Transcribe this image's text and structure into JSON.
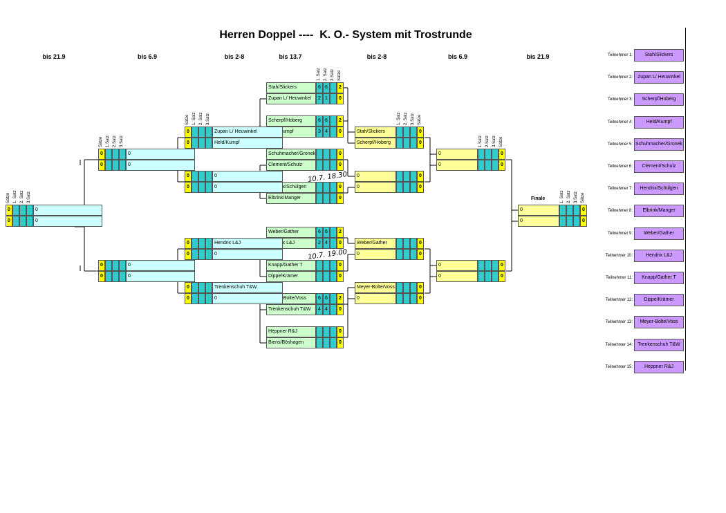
{
  "title": "Herren Doppel ----  K. O.- System mit Trostrunde",
  "round_headers": [
    "bis 21.9",
    "bis 6.9",
    "bis 2-8",
    "bis 13.7",
    "bis 2-8",
    "bis 6.9",
    "bis 21.9"
  ],
  "col_labels": {
    "saetze": "Sätze",
    "s1": "1. Satz",
    "s2": "2. Satz",
    "s3": "3.Satz",
    "s1b": "1.Satz",
    "s2b": "2.Satz",
    "s3b": "3.Satz"
  },
  "finale_label": "Finale",
  "notes": [
    "10.7. 18.30",
    "10.7. 19.00"
  ],
  "round1": [
    {
      "a": "Stah/Slickers",
      "b": "Zupan L/ Heuwinkel",
      "a_sets": [
        "6",
        "6",
        ""
      ],
      "b_sets": [
        "2",
        "1",
        ""
      ],
      "a_won": "2",
      "b_won": "0"
    },
    {
      "a": "Scherpf/Hoberg",
      "b": "Held/Kumpf",
      "a_sets": [
        "6",
        "6",
        ""
      ],
      "b_sets": [
        "3",
        "4",
        ""
      ],
      "a_won": "2",
      "b_won": "0"
    },
    {
      "a": "Schuhmacher/Gronek",
      "b": "Clement/Schulz",
      "a_sets": [
        "",
        "",
        ""
      ],
      "b_sets": [
        "",
        "",
        ""
      ],
      "a_won": "0",
      "b_won": "0"
    },
    {
      "a": "Hendrix/Schülgen",
      "b": "Elbrink/Manger",
      "a_sets": [
        "",
        "",
        ""
      ],
      "b_sets": [
        "",
        "",
        ""
      ],
      "a_won": "0",
      "b_won": "0"
    },
    {
      "a": "Weber/Gather",
      "b": "Hendrix L&J",
      "a_sets": [
        "6",
        "6",
        ""
      ],
      "b_sets": [
        "2",
        "4",
        ""
      ],
      "a_won": "2",
      "b_won": "0"
    },
    {
      "a": "Knapp/Gather T",
      "b": "Dippe/Krämer",
      "a_sets": [
        "",
        "",
        ""
      ],
      "b_sets": [
        "",
        "",
        ""
      ],
      "a_won": "0",
      "b_won": "0"
    },
    {
      "a": "Meyer-Bolte/Voss",
      "b": "Trenkenschuh T&W",
      "a_sets": [
        "6",
        "6",
        ""
      ],
      "b_sets": [
        "4",
        "4",
        ""
      ],
      "a_won": "2",
      "b_won": "0"
    },
    {
      "a": "Heppner R&J",
      "b": "Biens/Böshagen",
      "a_sets": [
        "",
        "",
        ""
      ],
      "b_sets": [
        "",
        "",
        ""
      ],
      "a_won": "0",
      "b_won": "0"
    }
  ],
  "consol_r1": [
    {
      "a": "Zupan L/ Heuwinkel",
      "b": "Held/Kumpf",
      "a_won": "0",
      "b_won": "0"
    },
    {
      "a": "0",
      "b": "0",
      "a_won": "0",
      "b_won": "0"
    },
    {
      "a": "Hendrix L&J",
      "b": "0",
      "a_won": "0",
      "b_won": "0"
    },
    {
      "a": "Trenkenschuh T&W",
      "b": "0",
      "a_won": "0",
      "b_won": "0"
    }
  ],
  "consol_r2": [
    {
      "a": "0",
      "b": "0",
      "a_won": "0",
      "b_won": "0"
    },
    {
      "a": "0",
      "b": "0",
      "a_won": "0",
      "b_won": "0"
    }
  ],
  "consol_final": {
    "a": "0",
    "b": "0",
    "a_won": "0",
    "b_won": "0"
  },
  "main_r2": [
    {
      "a": "Stah/Slickers",
      "b": "Scherpf/Hoberg",
      "a_won": "0",
      "b_won": "0"
    },
    {
      "a": "0",
      "b": "0",
      "a_won": "0",
      "b_won": "0"
    },
    {
      "a": "Weber/Gather",
      "b": "0",
      "a_won": "0",
      "b_won": "0"
    },
    {
      "a": "Meyer-Bolte/Voss",
      "b": "0",
      "a_won": "0",
      "b_won": "0"
    }
  ],
  "main_r3": [
    {
      "a": "0",
      "b": "0",
      "a_won": "0",
      "b_won": "0"
    },
    {
      "a": "0",
      "b": "0",
      "a_won": "0",
      "b_won": "0"
    }
  ],
  "final": {
    "a": "0",
    "b": "0",
    "a_won": "0",
    "b_won": "0"
  },
  "participants": [
    {
      "label": "Teilnehmer 1:",
      "name": "Stah/Slickers"
    },
    {
      "label": "Teilnehmer 2:",
      "name": "Zupan L/ Heuwinkel"
    },
    {
      "label": "Teilnehmer 3:",
      "name": "Scherpf/Hoberg"
    },
    {
      "label": "Teilnehmer 4:",
      "name": "Held/Kumpf"
    },
    {
      "label": "Teilnehmer 5:",
      "name": "Schuhmacher/Gronek"
    },
    {
      "label": "Teilnehmer 6:",
      "name": "Clement/Schulz"
    },
    {
      "label": "Teilnehmer 7:",
      "name": "Hendrix/Schülgen"
    },
    {
      "label": "Teilnehmer 8:",
      "name": "Elbrink/Manger"
    },
    {
      "label": "Teilnehmer 9:",
      "name": "Weber/Gather"
    },
    {
      "label": "Teilnehmer 10:",
      "name": "Hendrix L&J"
    },
    {
      "label": "Teilnehmer 11:",
      "name": "Knapp/Gather T"
    },
    {
      "label": "Teilnehmer 12:",
      "name": "Dippe/Krämer"
    },
    {
      "label": "Teilnehmer 13:",
      "name": "Meyer-Bolte/Voss"
    },
    {
      "label": "Teilnehmer 14:",
      "name": "Trenkenschuh T&W"
    },
    {
      "label": "Teilnehmer 15:",
      "name": "Heppner R&J"
    }
  ],
  "colors": {
    "winner": "#ffff00",
    "sets": "#33cccc",
    "main_name": "#ccffcc",
    "consol_name": "#ccffff",
    "right_name": "#ffff99",
    "participant": "#cc99ff"
  }
}
